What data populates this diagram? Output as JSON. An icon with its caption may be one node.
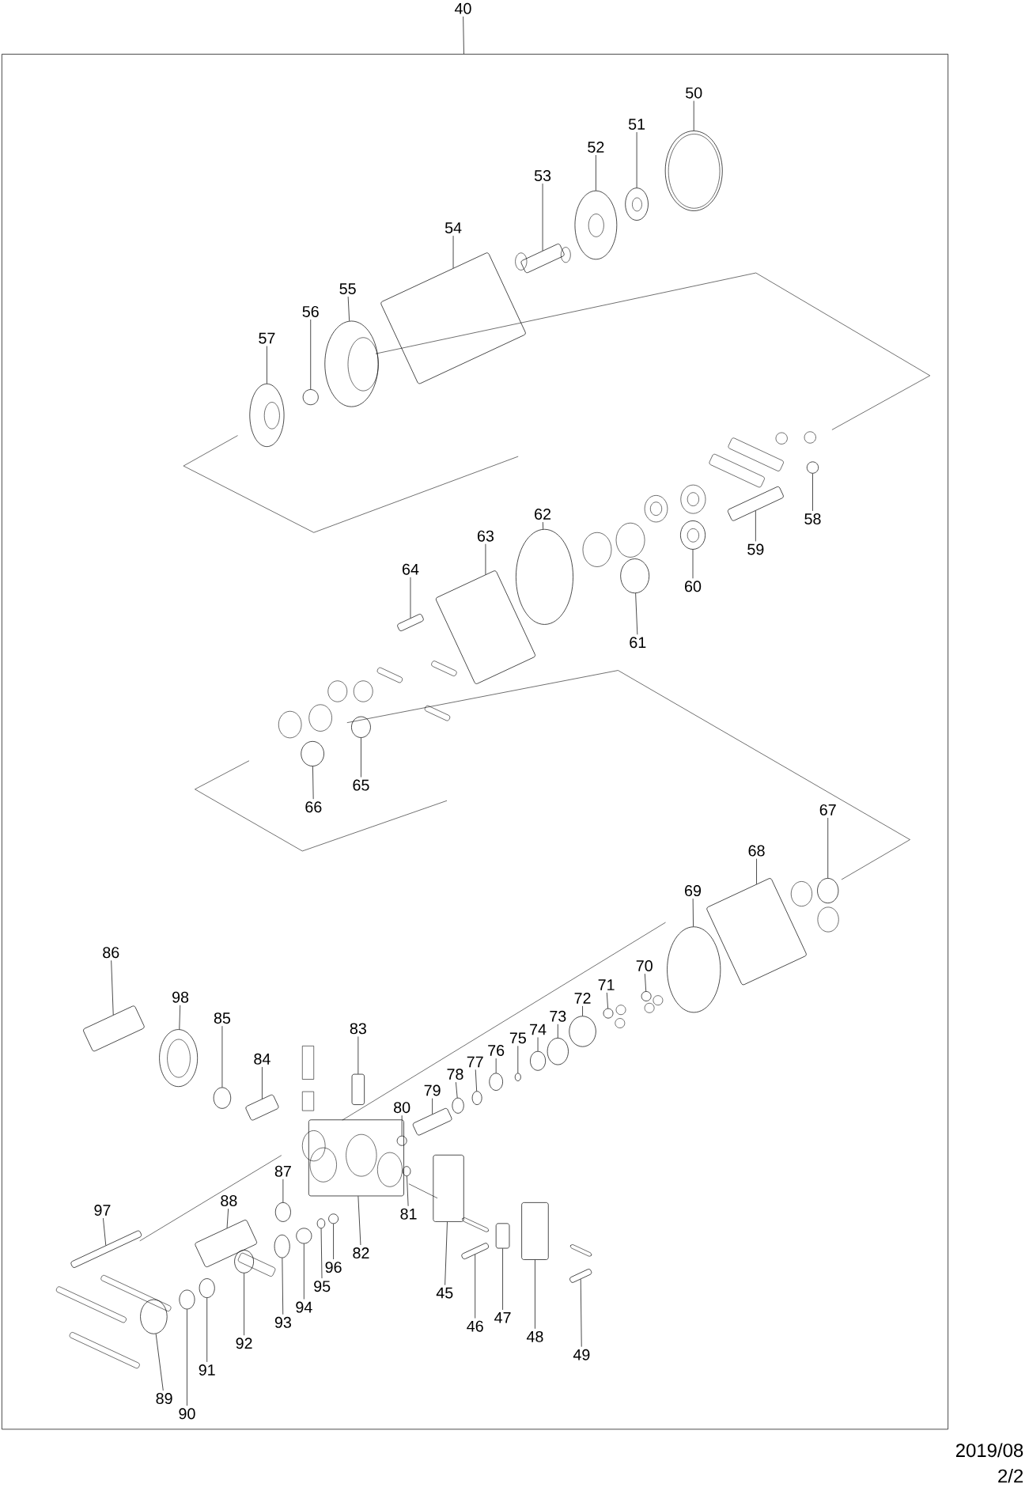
{
  "diagram": {
    "nodes": [
      {
        "text": [
          "40"
        ]
      },
      {
        "text": [],
        "shape": "box"
      },
      {
        "text": [
          "50"
        ],
        "in": 1
      },
      {
        "text": [
          "51"
        ],
        "in": 1
      },
      {
        "text": [
          "52"
        ],
        "in": 1
      },
      {
        "text": [
          "53"
        ],
        "in": 1
      },
      {
        "text": [
          "54"
        ],
        "in": 1
      },
      {
        "text": [
          "55"
        ],
        "in": 1
      },
      {
        "text": [
          "56"
        ],
        "in": 1
      },
      {
        "text": [
          "57"
        ],
        "in": 1
      },
      {
        "text": [
          "62"
        ],
        "in": 1
      },
      {
        "text": [
          "58"
        ],
        "in": 1
      },
      {
        "text": [
          "63"
        ],
        "in": 1
      },
      {
        "text": [
          "59"
        ],
        "in": 1
      },
      {
        "text": [
          "64"
        ],
        "in": 1
      },
      {
        "text": [
          "60"
        ],
        "in": 1
      },
      {
        "text": [
          "61"
        ],
        "in": 1
      },
      {
        "text": [
          "65"
        ],
        "in": 1
      },
      {
        "text": [
          "66"
        ],
        "in": 1
      },
      {
        "text": [
          "67"
        ],
        "in": 1
      },
      {
        "text": [
          "68"
        ],
        "in": 1
      },
      {
        "text": [
          "69"
        ],
        "in": 1
      },
      {
        "text": [
          "86"
        ],
        "in": 1
      },
      {
        "text": [
          "70"
        ],
        "in": 1
      },
      {
        "text": [
          "71"
        ],
        "in": 1
      },
      {
        "text": [
          "98"
        ],
        "in": 1
      },
      {
        "text": [
          "72"
        ],
        "in": 1
      },
      {
        "text": [
          "73"
        ],
        "in": 1
      },
      {
        "text": [
          "85"
        ],
        "in": 1
      },
      {
        "text": [
          "83"
        ],
        "in": 1
      },
      {
        "text": [
          "74"
        ],
        "in": 1
      },
      {
        "text": [
          "75"
        ],
        "in": 1
      },
      {
        "text": [
          "76"
        ],
        "in": 1
      },
      {
        "text": [
          "84"
        ],
        "in": 1
      },
      {
        "text": [
          "77"
        ],
        "in": 1
      },
      {
        "text": [
          "78"
        ],
        "in": 1
      },
      {
        "text": [
          "79"
        ],
        "in": 1
      },
      {
        "text": [
          "80"
        ],
        "in": 1
      },
      {
        "text": [
          "87"
        ],
        "in": 1
      },
      {
        "text": [
          "88"
        ],
        "in": 1
      },
      {
        "text": [
          "97"
        ],
        "in": 1
      },
      {
        "text": [
          "81"
        ],
        "in": 1
      },
      {
        "text": [
          "82"
        ],
        "in": 1
      },
      {
        "text": [
          "96"
        ],
        "in": 1
      },
      {
        "text": [
          "95"
        ],
        "in": 1
      },
      {
        "text": [
          "45"
        ],
        "in": 1
      },
      {
        "text": [
          "94"
        ],
        "in": 1
      },
      {
        "text": [
          "47"
        ],
        "in": 1
      },
      {
        "text": [
          "93"
        ],
        "in": 1
      },
      {
        "text": [
          "46"
        ],
        "in": 1
      },
      {
        "text": [
          "48"
        ],
        "in": 1
      },
      {
        "text": [
          "92"
        ],
        "in": 1
      },
      {
        "text": [
          "49"
        ],
        "in": 1
      },
      {
        "text": [
          "91"
        ],
        "in": 1
      },
      {
        "text": [
          "89"
        ],
        "in": 1
      },
      {
        "text": [
          "90"
        ],
        "in": 1
      },
      {
        "text": [],
        "shape": "circle",
        "in": 1
      },
      {
        "text": [],
        "shape": "circle",
        "in": 1
      },
      {
        "text": [],
        "shape": "circle",
        "in": 1
      },
      {
        "text": [],
        "shape": "box",
        "in": 1
      },
      {
        "text": [],
        "shape": "box",
        "in": 1
      },
      {
        "text": [],
        "shape": "circle",
        "in": 1
      },
      {
        "text": [],
        "shape": "circle",
        "in": 1
      },
      {
        "text": [],
        "shape": "circle",
        "in": 1
      },
      {
        "text": [],
        "shape": "circle",
        "in": 1
      },
      {
        "text": [],
        "shape": "circle",
        "in": 1
      },
      {
        "text": [],
        "shape": "box",
        "in": 1
      },
      {
        "text": [],
        "shape": "box",
        "in": 1
      },
      {
        "text": [],
        "shape": "box",
        "in": 1
      },
      {
        "text": [],
        "shape": "circle",
        "in": 1
      },
      {
        "text": [],
        "shape": "circle",
        "in": 1
      },
      {
        "text": [],
        "shape": "circle",
        "in": 1
      },
      {
        "text": [],
        "shape": "circle",
        "in": 1
      },
      {
        "text": [],
        "shape": "circle",
        "in": 1
      },
      {
        "text": [],
        "shape": "box",
        "in": 1
      },
      {
        "text": [],
        "shape": "circle",
        "in": 1
      },
      {
        "text": [],
        "shape": "box",
        "in": 1
      },
      {
        "text": [],
        "shape": "circle",
        "in": 1
      },
      {
        "text": [],
        "shape": "circle",
        "in": 1
      },
      {
        "text": [],
        "shape": "circle",
        "in": 1
      },
      {
        "text": [],
        "shape": "circle",
        "in": 1
      },
      {
        "text": [],
        "shape": "circle",
        "in": 1
      },
      {
        "text": [],
        "shape": "circle",
        "in": 1
      },
      {
        "text": [],
        "shape": "box",
        "in": 1
      },
      {
        "text": [],
        "shape": "circle",
        "in": 1
      },
      {
        "text": [],
        "shape": "circle",
        "in": 1
      },
      {
        "text": [],
        "shape": "circle",
        "in": 1
      },
      {
        "text": [],
        "shape": "box",
        "in": 1
      },
      {
        "text": [],
        "shape": "circle",
        "in": 1
      },
      {
        "text": [],
        "shape": "circle",
        "in": 1
      },
      {
        "text": [],
        "shape": "box",
        "in": 1
      },
      {
        "text": [],
        "shape": "circle",
        "in": 1
      },
      {
        "text": [],
        "shape": "circle",
        "in": 1
      },
      {
        "text": [],
        "shape": "box",
        "in": 1
      },
      {
        "text": [],
        "shape": "box",
        "in": 1
      },
      {
        "text": [],
        "shape": "circle",
        "in": 1
      },
      {
        "text": [],
        "shape": "box",
        "in": 1
      },
      {
        "text": [],
        "shape": "circle",
        "in": 1
      },
      {
        "text": [],
        "shape": "circle",
        "in": 1
      },
      {
        "text": [],
        "shape": "box",
        "in": 1
      },
      {
        "text": [],
        "shape": "circle",
        "in": 1
      },
      {
        "text": [],
        "shape": "box",
        "in": 1
      },
      {
        "text": [],
        "shape": "circle",
        "in": 1
      },
      {
        "text": [],
        "shape": "box",
        "in": 1
      },
      {
        "text": [],
        "shape": "box",
        "in": 1
      },
      {
        "text": [],
        "shape": "circle",
        "in": 1
      },
      {
        "text": [],
        "shape": "box",
        "in": 1
      },
      {
        "text": [],
        "shape": "circle",
        "in": 1
      },
      {
        "text": [],
        "shape": "circle",
        "in": 1
      },
      {
        "text": [],
        "shape": "circle",
        "in": 1
      }
    ],
    "edges": [
      {
        "from": 0,
        "to": 1,
        "arrow": "none"
      },
      {
        "from": 2,
        "to": 56,
        "arrow": "none"
      },
      {
        "from": 3,
        "to": 57,
        "arrow": "none"
      },
      {
        "from": 4,
        "to": 58,
        "arrow": "none"
      },
      {
        "from": 5,
        "to": 59,
        "arrow": "none"
      },
      {
        "from": 6,
        "to": 60,
        "arrow": "none"
      },
      {
        "from": 7,
        "to": 61,
        "arrow": "none"
      },
      {
        "from": 8,
        "to": 62,
        "arrow": "none"
      },
      {
        "from": 9,
        "to": 63,
        "arrow": "none"
      },
      {
        "from": 10,
        "to": 64,
        "arrow": "none"
      },
      {
        "from": 11,
        "to": 65,
        "arrow": "none"
      },
      {
        "from": 12,
        "to": 66,
        "arrow": "none"
      },
      {
        "from": 13,
        "to": 67,
        "arrow": "none"
      },
      {
        "from": 14,
        "to": 68,
        "arrow": "none"
      },
      {
        "from": 15,
        "to": 69,
        "arrow": "none"
      },
      {
        "from": 16,
        "to": 70,
        "arrow": "none"
      },
      {
        "from": 17,
        "to": 71,
        "arrow": "none"
      },
      {
        "from": 18,
        "to": 72,
        "arrow": "none"
      },
      {
        "from": 19,
        "to": 73,
        "arrow": "none"
      },
      {
        "from": 20,
        "to": 74,
        "arrow": "none"
      },
      {
        "from": 21,
        "to": 75,
        "arrow": "none"
      },
      {
        "from": 22,
        "to": 76,
        "arrow": "none"
      },
      {
        "from": 23,
        "to": 77,
        "arrow": "none"
      },
      {
        "from": 24,
        "to": 78,
        "arrow": "none"
      },
      {
        "from": 25,
        "to": 79,
        "arrow": "none"
      },
      {
        "from": 26,
        "to": 80,
        "arrow": "none"
      },
      {
        "from": 27,
        "to": 81,
        "arrow": "none"
      },
      {
        "from": 28,
        "to": 82,
        "arrow": "none"
      },
      {
        "from": 29,
        "to": 83,
        "arrow": "none"
      },
      {
        "from": 30,
        "to": 84,
        "arrow": "none"
      },
      {
        "from": 31,
        "to": 85,
        "arrow": "none"
      },
      {
        "from": 32,
        "to": 86,
        "arrow": "none"
      },
      {
        "from": 33,
        "to": 87,
        "arrow": "none"
      },
      {
        "from": 34,
        "to": 88,
        "arrow": "none"
      },
      {
        "from": 35,
        "to": 89,
        "arrow": "none"
      },
      {
        "from": 36,
        "to": 90,
        "arrow": "none"
      },
      {
        "from": 37,
        "to": 91,
        "arrow": "none"
      },
      {
        "from": 38,
        "to": 92,
        "arrow": "none"
      },
      {
        "from": 39,
        "to": 93,
        "arrow": "none"
      },
      {
        "from": 40,
        "to": 94,
        "arrow": "none"
      },
      {
        "from": 41,
        "to": 95,
        "arrow": "none"
      },
      {
        "from": 42,
        "to": 96,
        "arrow": "none"
      },
      {
        "from": 43,
        "to": 97,
        "arrow": "none"
      },
      {
        "from": 44,
        "to": 98,
        "arrow": "none"
      },
      {
        "from": 45,
        "to": 99,
        "arrow": "none"
      },
      {
        "from": 46,
        "to": 100,
        "arrow": "none"
      },
      {
        "from": 47,
        "to": 101,
        "arrow": "none"
      },
      {
        "from": 48,
        "to": 102,
        "arrow": "none"
      },
      {
        "from": 49,
        "to": 103,
        "arrow": "none"
      },
      {
        "from": 50,
        "to": 104,
        "arrow": "none"
      },
      {
        "from": 51,
        "to": 105,
        "arrow": "none"
      },
      {
        "from": 52,
        "to": 106,
        "arrow": "none"
      },
      {
        "from": 53,
        "to": 107,
        "arrow": "none"
      },
      {
        "from": 54,
        "to": 108,
        "arrow": "none"
      },
      {
        "from": 55,
        "to": 109,
        "arrow": "none"
      }
    ],
    "labels": [
      "2019/08",
      "2/2"
    ]
  }
}
